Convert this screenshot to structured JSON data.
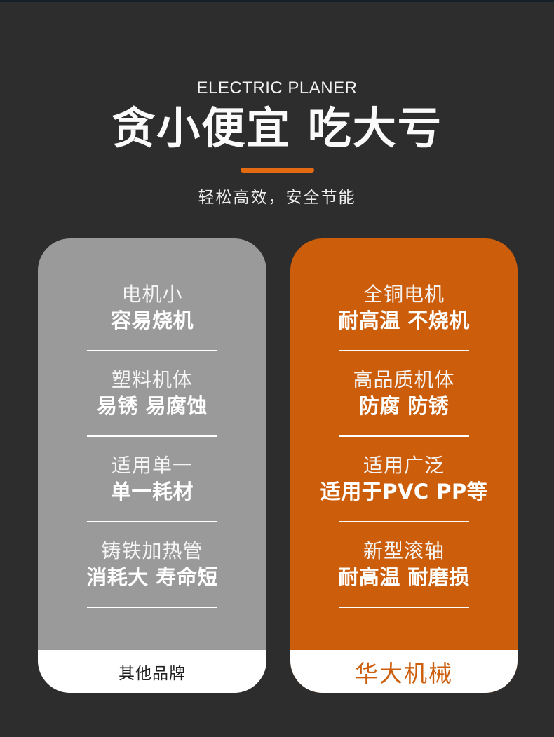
{
  "header": {
    "eyebrow": "ELECTRIC PLANER",
    "title": "贪小便宜 吃大亏",
    "subtitle": "轻松高效，安全节能",
    "accent_color": "#e46a12"
  },
  "comparison": {
    "other": {
      "background": "#9a9a9a",
      "features": [
        {
          "line1": "电机小",
          "line2": "容易烧机"
        },
        {
          "line1": "塑料机体",
          "line2": "易锈 易腐蚀"
        },
        {
          "line1": "适用单一",
          "line2": "单一耗材"
        },
        {
          "line1": "铸铁加热管",
          "line2": "消耗大 寿命短"
        }
      ],
      "footer_label": "其他品牌"
    },
    "ours": {
      "background": "#cc5e0b",
      "features": [
        {
          "line1": "全铜电机",
          "line2": "耐高温 不烧机"
        },
        {
          "line1": "高品质机体",
          "line2": "防腐 防锈"
        },
        {
          "line1": "适用广泛",
          "line2": "适用于PVC PP等"
        },
        {
          "line1": "新型滚轴",
          "line2": "耐高温 耐磨损"
        }
      ],
      "footer_label": "华大机械"
    }
  }
}
